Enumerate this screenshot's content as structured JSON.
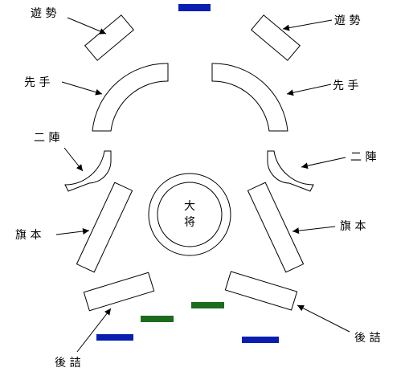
{
  "colors": {
    "blue_marker": "#0a1fb0",
    "green_marker": "#1d6b1d",
    "outline": "#000000",
    "background": "#ffffff"
  },
  "labels": {
    "yugei_left": "遊 勢",
    "yugei_right": "遊 勢",
    "sente_left": "先 手",
    "sente_right": "先 手",
    "nijin_left": "二 陣",
    "nijin_right": "二 陣",
    "hatamoto_left": "旗 本",
    "hatamoto_right": "旗 本",
    "taisho_top": "大",
    "taisho_bottom": "将",
    "gozume_left": "後 詰",
    "gozume_right": "後 詰"
  }
}
